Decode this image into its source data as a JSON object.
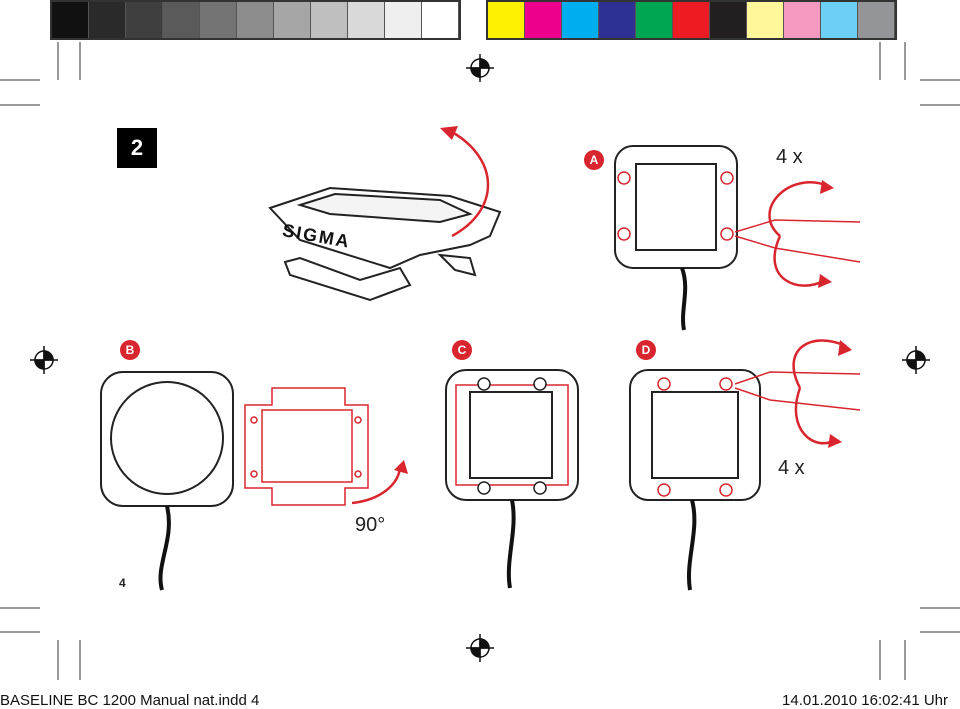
{
  "step_number": "2",
  "page_number": "4",
  "panel_labels": {
    "a": "A",
    "b": "B",
    "c": "C",
    "d": "D"
  },
  "multiplier_a": "4 x",
  "multiplier_d": "4 x",
  "rotation_label": "90°",
  "brand_logo": "SIGMA",
  "footer": {
    "file": "BASELINE BC 1200 Manual nat.indd   4",
    "date_time": "14.01.2010   16:02:41 Uhr"
  },
  "colors": {
    "accent_red": "#d9262e",
    "gray_swatches": [
      "#111111",
      "#2a2a2a",
      "#3f3f3f",
      "#5a5a5a",
      "#737373",
      "#8c8c8c",
      "#a6a6a6",
      "#bfbfbf",
      "#d9d9d9",
      "#efefef",
      "#ffffff"
    ],
    "color_swatches": [
      "#fff200",
      "#ec008c",
      "#00aeef",
      "#2e3192",
      "#00a651",
      "#ed1c24",
      "#231f20",
      "#fff799",
      "#f49ac1",
      "#6dcff6",
      "#939598"
    ]
  }
}
